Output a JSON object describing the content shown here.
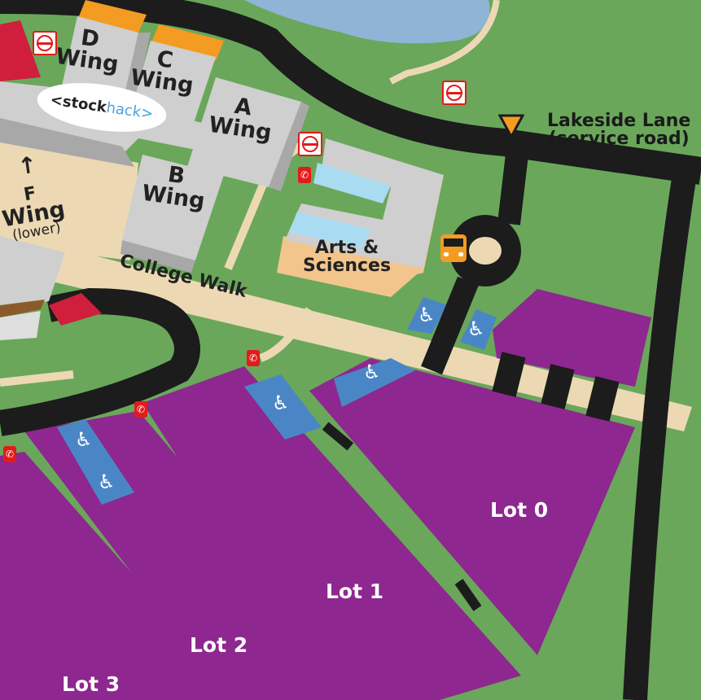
{
  "map": {
    "colors": {
      "grass": "#6aa75b",
      "road": "#1c1c1c",
      "parking": "#8e278f",
      "accessible": "#4a86c5",
      "building": "#c9c9c9",
      "building_side": "#a8a8a8",
      "walkway": "#ecd9b4",
      "water": "#8fb4d6",
      "orange_roof": "#f49b22",
      "arts_wall": "#f2c58c",
      "smoking_area": "#cf1f3c"
    },
    "roads": {
      "lakeside": {
        "line1": "Lakeside Lane",
        "line2": "(service road)"
      },
      "college_walk": "College Walk"
    },
    "buildings": {
      "d_wing": {
        "letter": "D",
        "word": "Wing"
      },
      "c_wing": {
        "letter": "C",
        "word": "Wing"
      },
      "a_wing": {
        "letter": "A",
        "word": "Wing"
      },
      "b_wing": {
        "letter": "B",
        "word": "Wing"
      },
      "f_wing": {
        "letter": "F",
        "word": "Wing",
        "floor": "(lower)"
      },
      "arts": {
        "line1": "Arts &",
        "line2": "Sciences"
      }
    },
    "lots": [
      "Lot 0",
      "Lot 1",
      "Lot 2",
      "Lot 3"
    ],
    "badge": {
      "text_left": "<st",
      "text_mid": "ock",
      "text_right": "hack>"
    },
    "icons": [
      "no-smoking-icon",
      "phone-icon",
      "wheelchair-icon",
      "bus-icon",
      "entrance-marker-icon",
      "arrow-up-icon"
    ]
  }
}
